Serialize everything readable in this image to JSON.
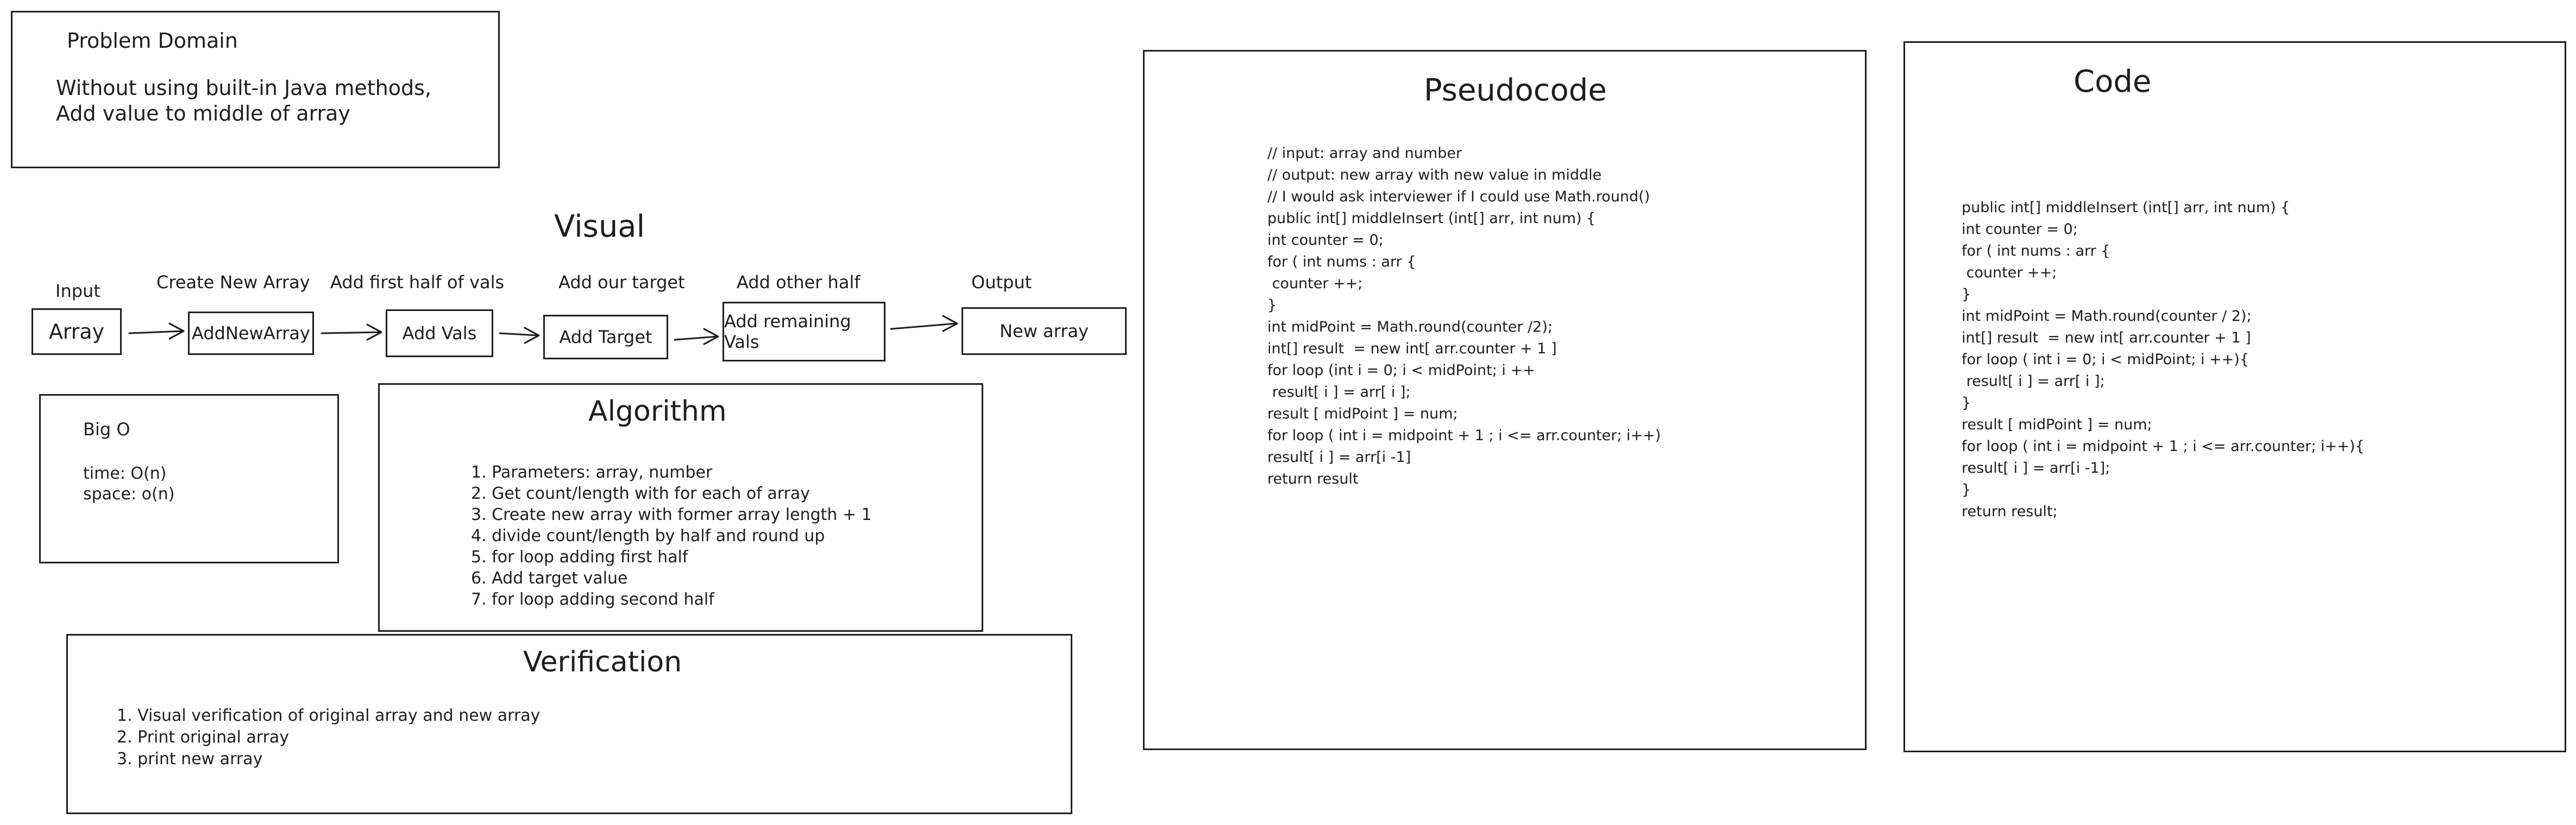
{
  "problem_domain": {
    "title": "Problem Domain",
    "lines": [
      "Without using built-in Java methods,",
      "Add value to middle of array"
    ]
  },
  "visual": {
    "title": "Visual",
    "steps": [
      {
        "label": "Input",
        "box": "Array"
      },
      {
        "label": "Create New Array",
        "box": "AddNewArray"
      },
      {
        "label": "Add first half of vals",
        "box": "Add Vals"
      },
      {
        "label": "Add our target",
        "box": "Add Target"
      },
      {
        "label": "Add other half",
        "box": "Add remaining Vals"
      },
      {
        "label": "Output",
        "box": "New array"
      }
    ]
  },
  "big_o": {
    "title": "Big O",
    "time": "time: O(n)",
    "space": "space: o(n)"
  },
  "algorithm": {
    "title": "Algorithm",
    "steps": [
      "1. Parameters: array, number",
      "2. Get count/length with for each of array",
      "3. Create new array with former array length + 1",
      "4. divide count/length by half and round up",
      "5. for loop adding first half",
      "6. Add target value",
      "7. for loop adding second half"
    ]
  },
  "verification": {
    "title": "Verification",
    "steps": [
      "1. Visual verification of original array and new array",
      "2. Print original array",
      "3. print new array"
    ]
  },
  "pseudocode": {
    "title": "Pseudocode",
    "lines": [
      "// input: array and number",
      "// output: new array with new value in middle",
      "// I would ask interviewer if I could use Math.round()",
      "",
      "public int[] middleInsert (int[] arr, int num) {",
      "",
      "int counter = 0;",
      "",
      "for ( int nums : arr {",
      " counter ++;",
      "}",
      "int midPoint = Math.round(counter /2);",
      "",
      "int[] result  = new int[ arr.counter + 1 ]",
      "",
      "for loop (int i = 0; i < midPoint; i ++",
      " result[ i ] = arr[ i ];",
      "",
      "result [ midPoint ] = num;",
      "",
      "for loop ( int i = midpoint + 1 ; i <= arr.counter; i++)",
      "",
      "result[ i ] = arr[i -1]",
      "",
      "return result"
    ]
  },
  "code": {
    "title": "Code",
    "lines": [
      "public int[] middleInsert (int[] arr, int num) {",
      "",
      "int counter = 0;",
      "",
      "for ( int nums : arr {",
      " counter ++;",
      "}",
      "int midPoint = Math.round(counter / 2);",
      "",
      "int[] result  = new int[ arr.counter + 1 ]",
      "",
      "for loop ( int i = 0; i < midPoint; i ++){",
      " result[ i ] = arr[ i ];",
      "}",
      "result [ midPoint ] = num;",
      "",
      "for loop ( int i = midpoint + 1 ; i <= arr.counter; i++){",
      "",
      "result[ i ] = arr[i -1];",
      "}",
      "return result;"
    ]
  }
}
